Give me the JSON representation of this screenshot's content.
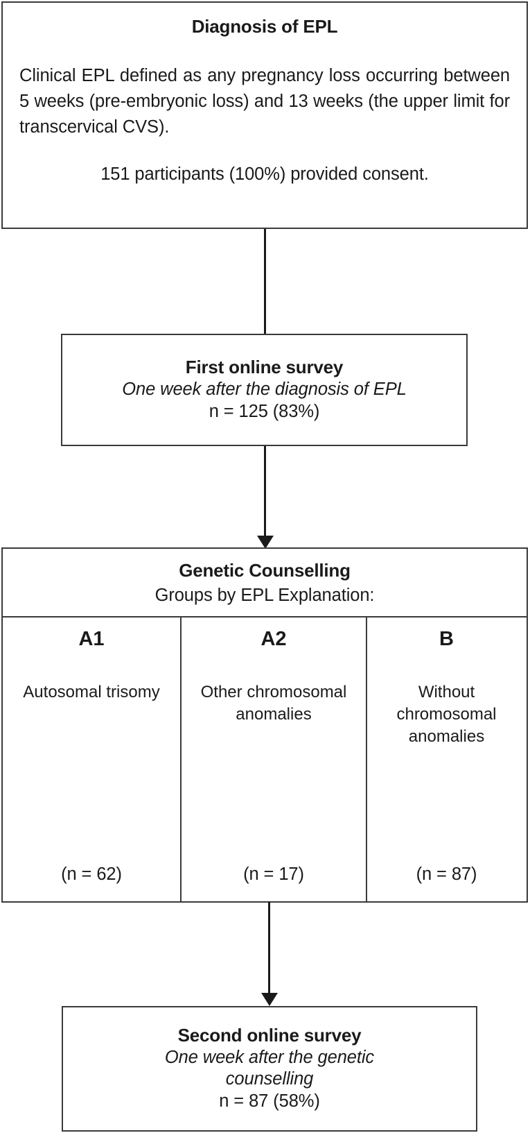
{
  "figure": {
    "type": "flowchart",
    "orientation": "vertical",
    "colors": {
      "background": "#ffffff",
      "box_border": "#3a3a3c",
      "text": "#1a1a1a",
      "connector": "#1a1a1a"
    }
  },
  "diagnosis": {
    "title": "Diagnosis of EPL",
    "definition": "Clinical EPL defined as any pregnancy loss occurring between 5 weeks (pre-embryonic loss) and 13 weeks (the upper limit for transcervical CVS).",
    "consent": "151 participants (100%) provided consent."
  },
  "first_survey": {
    "title": "First online survey",
    "timing": "One week after the diagnosis of EPL",
    "n_label": "n = 125 (83%)"
  },
  "genetic_counselling": {
    "title": "Genetic Counselling",
    "subtitle": "Groups by EPL Explanation:",
    "groups": [
      {
        "code": "A1",
        "description": "Autosomal trisomy",
        "count_label": "(n = 62)"
      },
      {
        "code": "A2",
        "description": "Other chromosomal anomalies",
        "count_label": "(n = 17)"
      },
      {
        "code": "B",
        "description": "Without chromosomal anomalies",
        "count_label": "(n = 87)"
      }
    ]
  },
  "second_survey": {
    "title": "Second online survey",
    "timing": "One week after the genetic counselling",
    "n_label": "n = 87 (58%)"
  },
  "connectors": [
    {
      "name": "diagnosis-to-first-survey",
      "arrowhead": false
    },
    {
      "name": "first-survey-to-genetic-counselling",
      "arrowhead": true
    },
    {
      "name": "genetic-counselling-to-second-survey",
      "arrowhead": true
    }
  ]
}
